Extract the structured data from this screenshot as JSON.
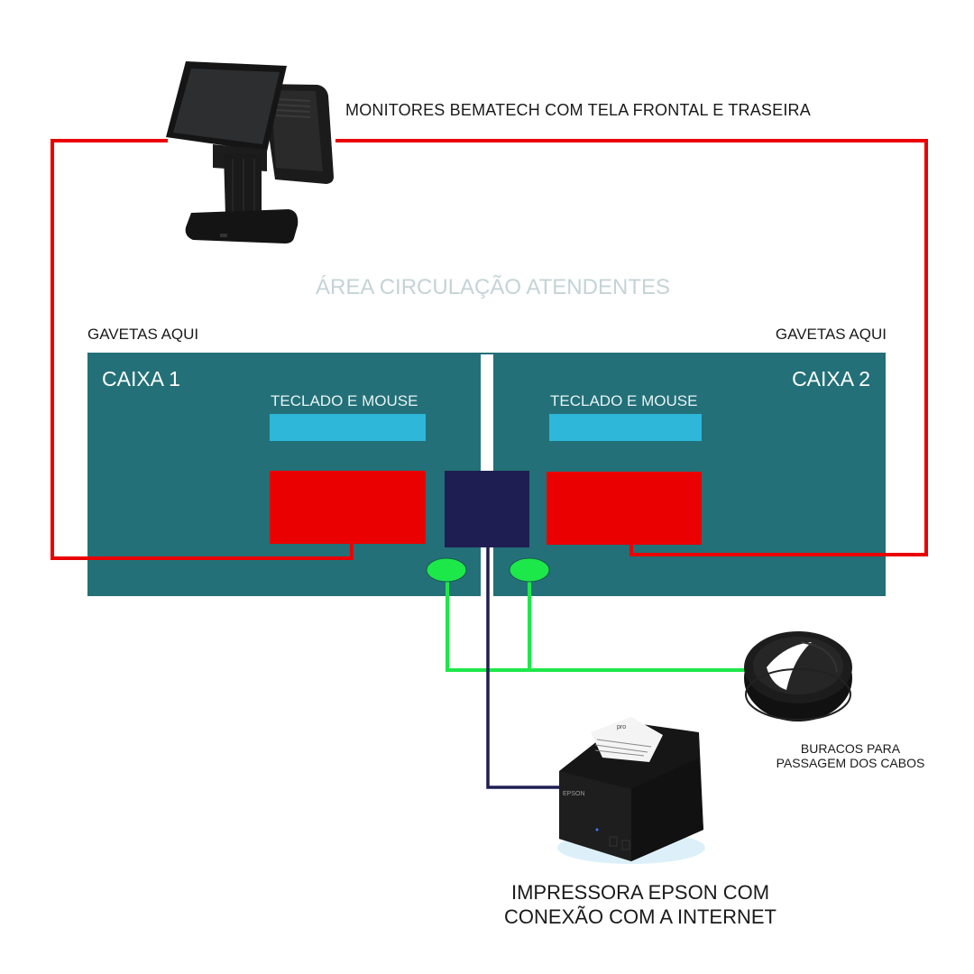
{
  "labels": {
    "monitors": "MONITORES BEMATECH COM TELA FRONTAL E TRASEIRA",
    "circulation_area": "ÁREA CIRCULAÇÃO ATENDENTES",
    "drawers_left": "GAVETAS AQUI",
    "drawers_right": "GAVETAS AQUI",
    "register_1": "CAIXA 1",
    "register_2": "CAIXA 2",
    "keyboard_left": "TECLADO E MOUSE",
    "keyboard_right": "TECLADO E MOUSE",
    "cable_holes_line1": "BURACOS PARA",
    "cable_holes_line2": "PASSAGEM DOS CABOS",
    "printer_line1": "IMPRESSORA EPSON COM",
    "printer_line2": "CONEXÃO COM A INTERNET",
    "printer_brand": "EPSON"
  },
  "colors": {
    "panel": "#237078",
    "keyboard": "#2eb7d8",
    "drawer": "#ea0000",
    "hub": "#1f1e52",
    "monitor_cable": "#ea0000",
    "green_cable": "#1de84a",
    "navy_cable": "#1f1e52",
    "circulation_text": "#c5d3d6"
  },
  "icons": {
    "monitor": "pos-monitor-image",
    "printer": "receipt-printer-image",
    "cable_grommet": "cable-grommet-image"
  }
}
